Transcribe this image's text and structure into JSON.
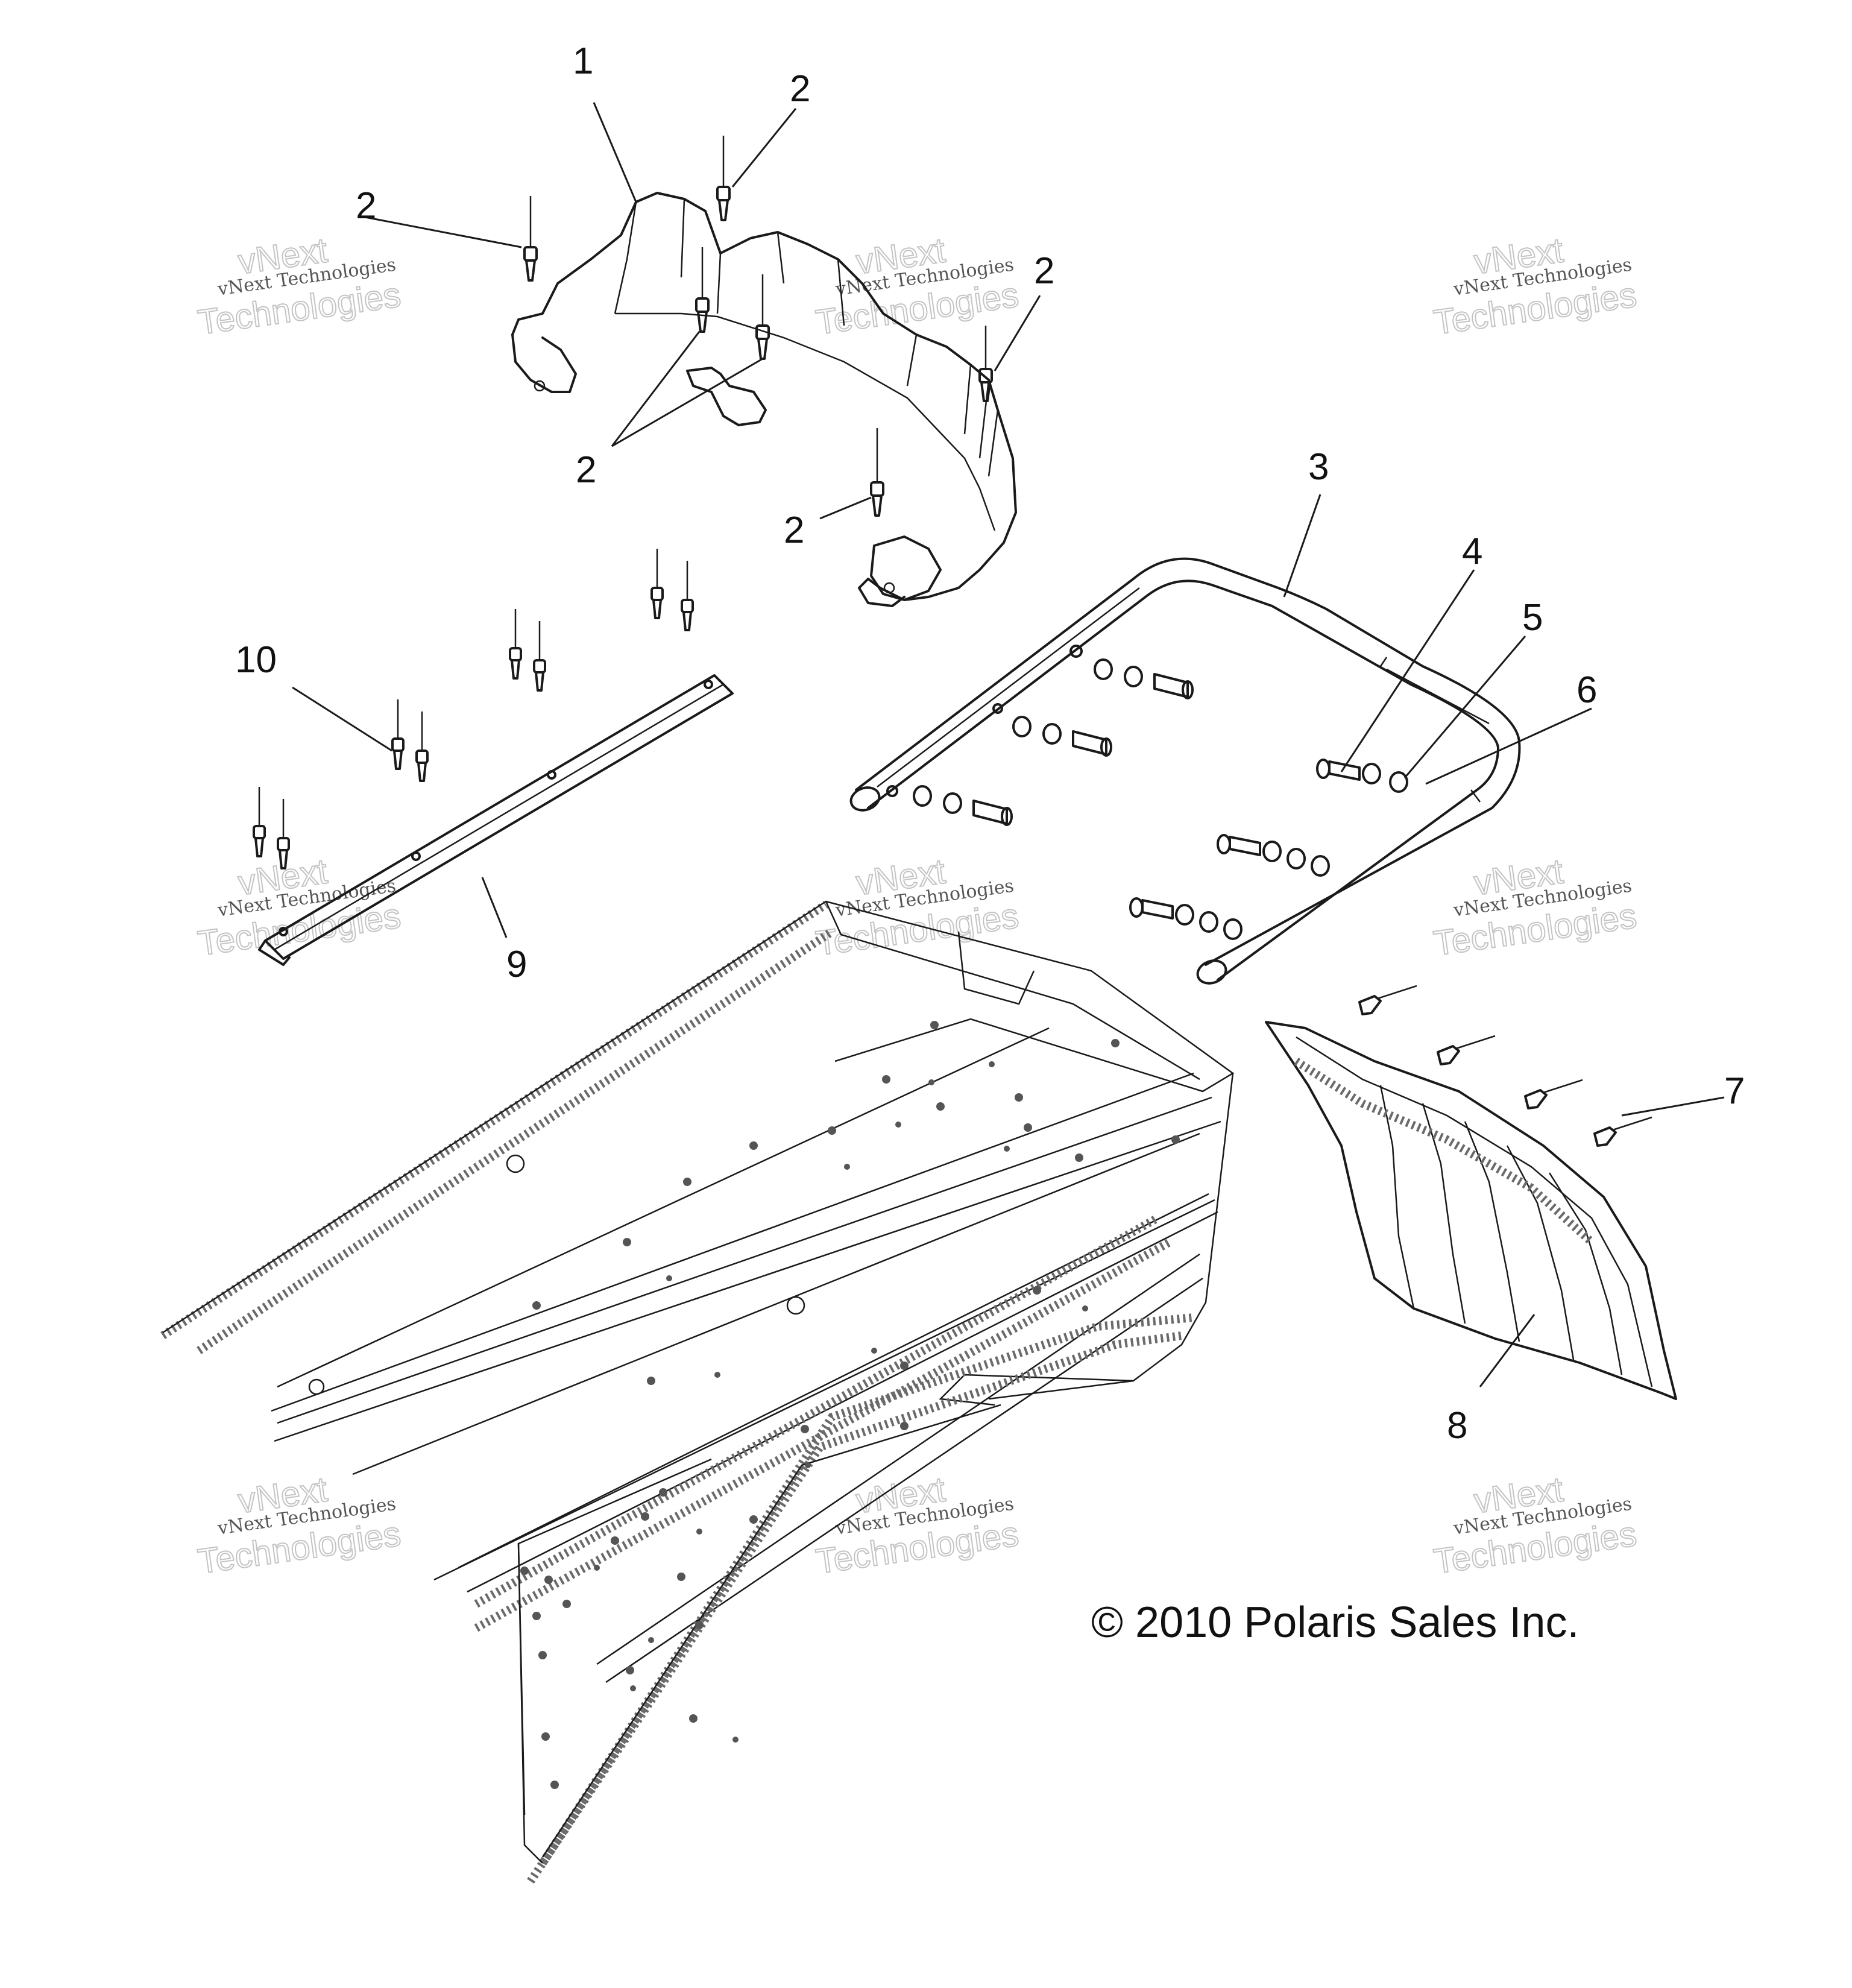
{
  "callouts": [
    "1",
    "2",
    "2",
    "2",
    "2",
    "2",
    "3",
    "4",
    "5",
    "6",
    "7",
    "8",
    "9",
    "10"
  ],
  "watermark": {
    "line1": "vNext Technologies",
    "line2": "vNext",
    "line3": "Technologies"
  },
  "copyright": "© 2010 Polaris Sales Inc."
}
